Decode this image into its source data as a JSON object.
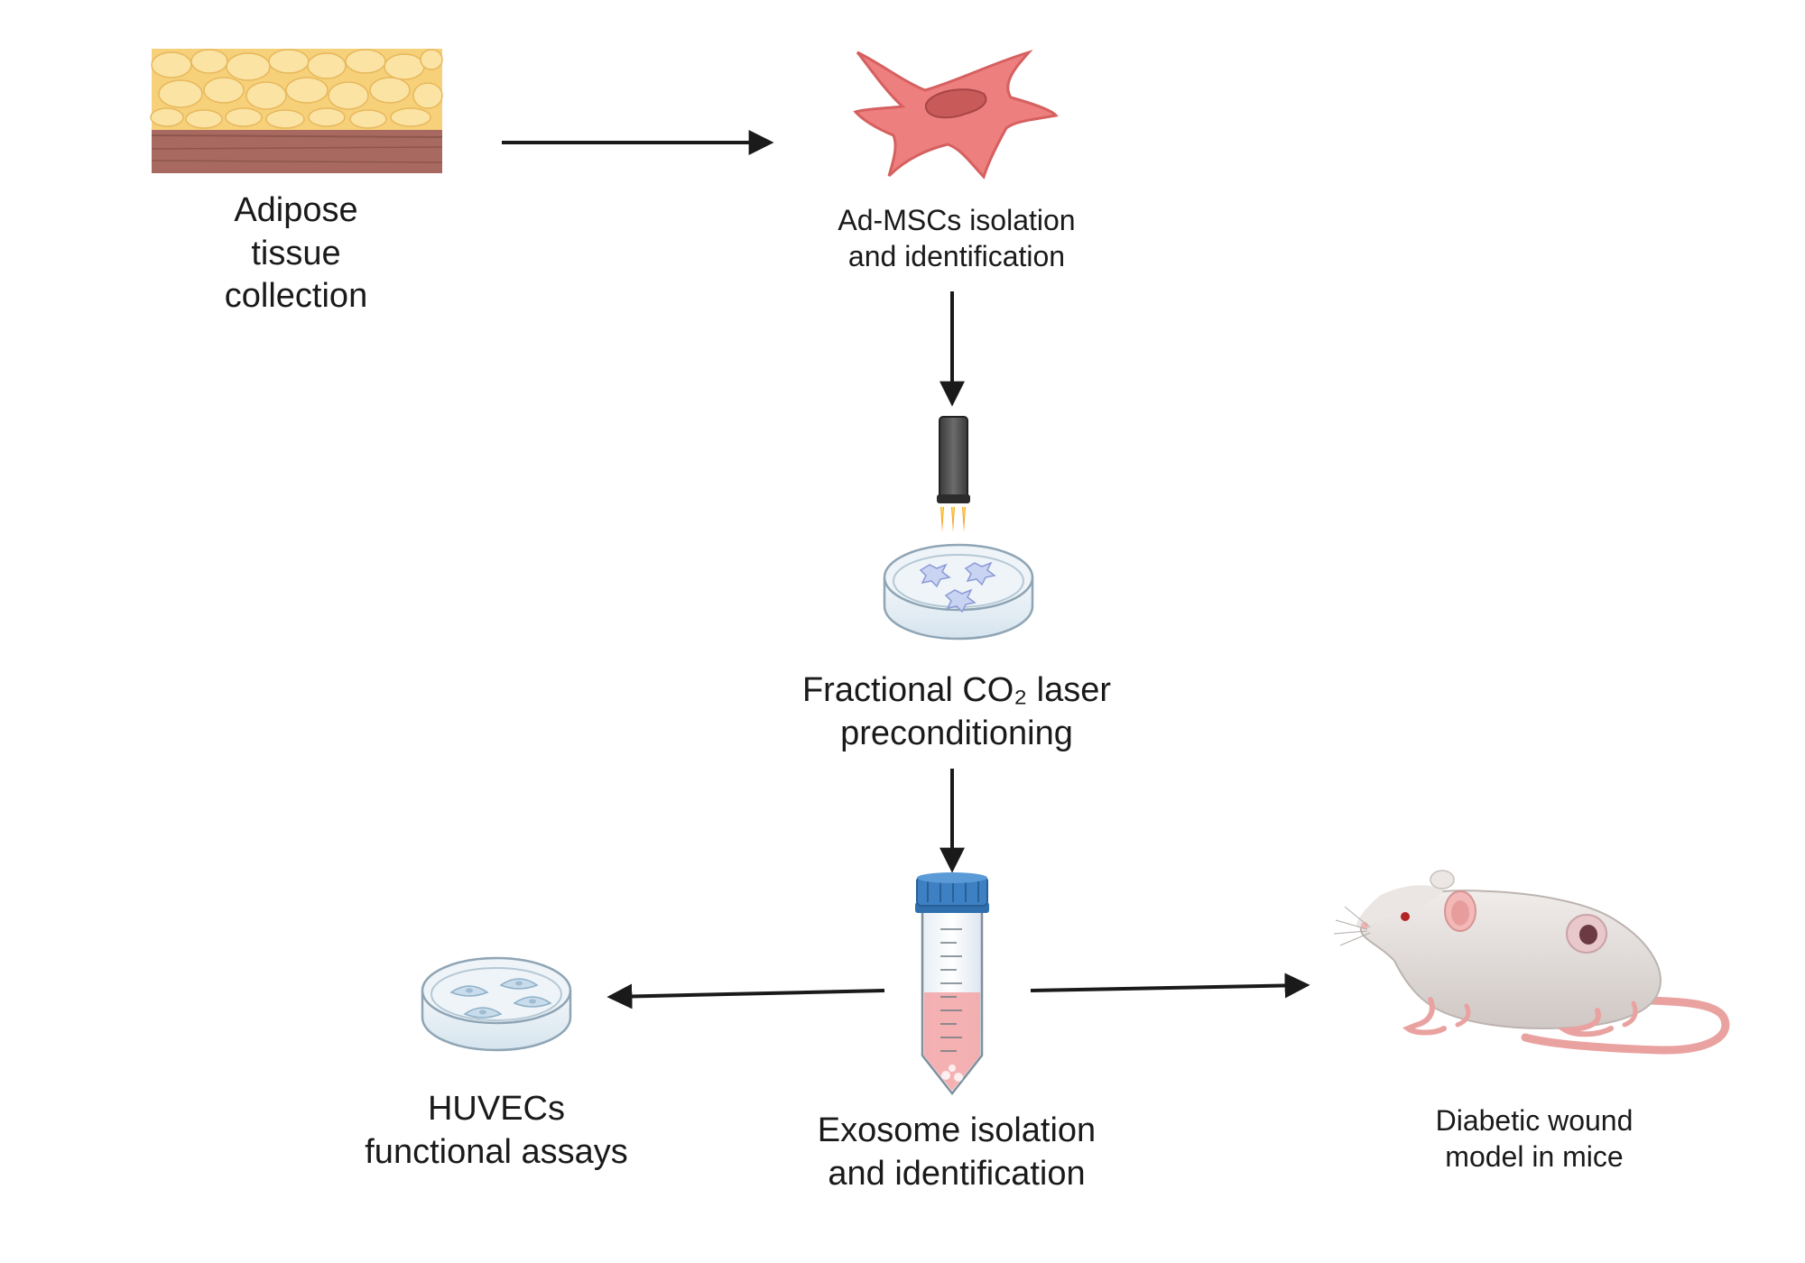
{
  "steps": {
    "adipose": {
      "lines": [
        "Adipose",
        "tissue",
        "collection"
      ]
    },
    "admsc": {
      "lines": [
        "Ad-MSCs isolation",
        "and identification"
      ]
    },
    "laser": {
      "lines": [
        "Fractional CO₂ laser",
        "preconditioning"
      ]
    },
    "exosome": {
      "lines": [
        "Exosome isolation",
        "and identification"
      ]
    },
    "huvec": {
      "lines": [
        "HUVECs",
        "functional assays"
      ]
    },
    "mice": {
      "lines": [
        "Diabetic wound",
        "model in mice"
      ]
    }
  },
  "icons": {
    "adipose": "adipose-tissue-icon",
    "cell": "mesenchymal-stem-cell-icon",
    "laser": "laser-device-icon",
    "dish_cells": "petri-dish-cells-icon",
    "tube": "centrifuge-tube-icon",
    "dish_huvec": "petri-dish-huvec-icon",
    "mouse": "mouse-icon"
  },
  "colors": {
    "fat": "#f7d07a",
    "skin": "#a86a60",
    "cell": "#ee7f7f",
    "nucleus": "#c85a5a",
    "tube_cap": "#3d80c4",
    "tube_liquid": "#f4a9aa",
    "arrow": "#1a1a1a"
  }
}
